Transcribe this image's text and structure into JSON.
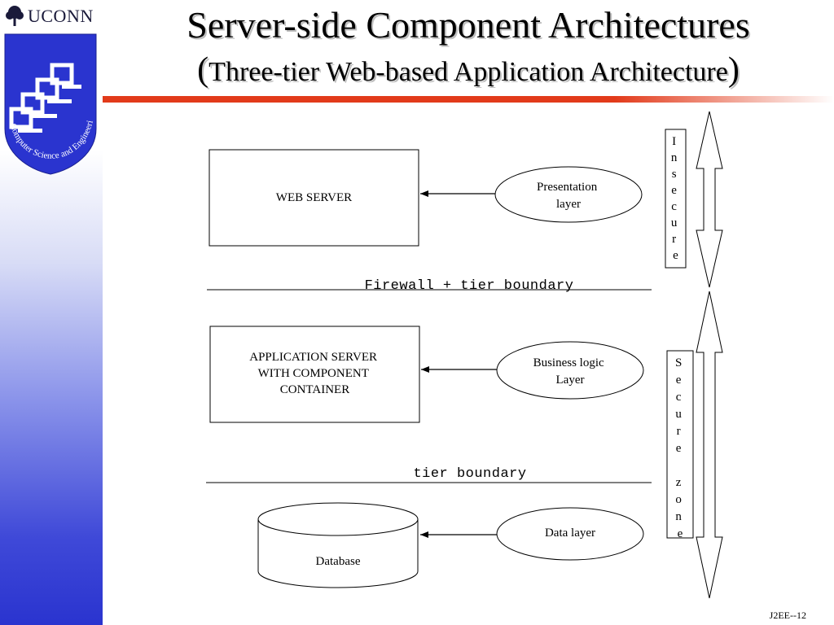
{
  "brand": {
    "text": "UCONN",
    "logo_caption": "Computer Science and Engineering"
  },
  "title": "Server-side Component Architectures",
  "subtitle": {
    "open": "(",
    "text": "Three-tier Web-based Application Architecture",
    "close": ")"
  },
  "diagram": {
    "boxes": {
      "web_server": "WEB SERVER",
      "app_server": [
        "APPLICATION SERVER",
        "WITH COMPONENT",
        "CONTAINER"
      ],
      "database": "Database"
    },
    "layers": {
      "presentation": [
        "Presentation",
        "layer"
      ],
      "business": [
        "Business logic",
        "Layer"
      ],
      "data": [
        "Data layer"
      ]
    },
    "boundaries": {
      "firewall": "Firewall + tier boundary",
      "tier": "tier boundary"
    },
    "zones": {
      "insecure": [
        "I",
        "n",
        "s",
        "e",
        "c",
        "u",
        "r",
        "e"
      ],
      "secure": [
        "S",
        "e",
        "c",
        "u",
        "r",
        "e",
        "",
        "z",
        "o",
        "n",
        "e"
      ]
    }
  },
  "footer": {
    "slide_number": "J2EE--12"
  }
}
